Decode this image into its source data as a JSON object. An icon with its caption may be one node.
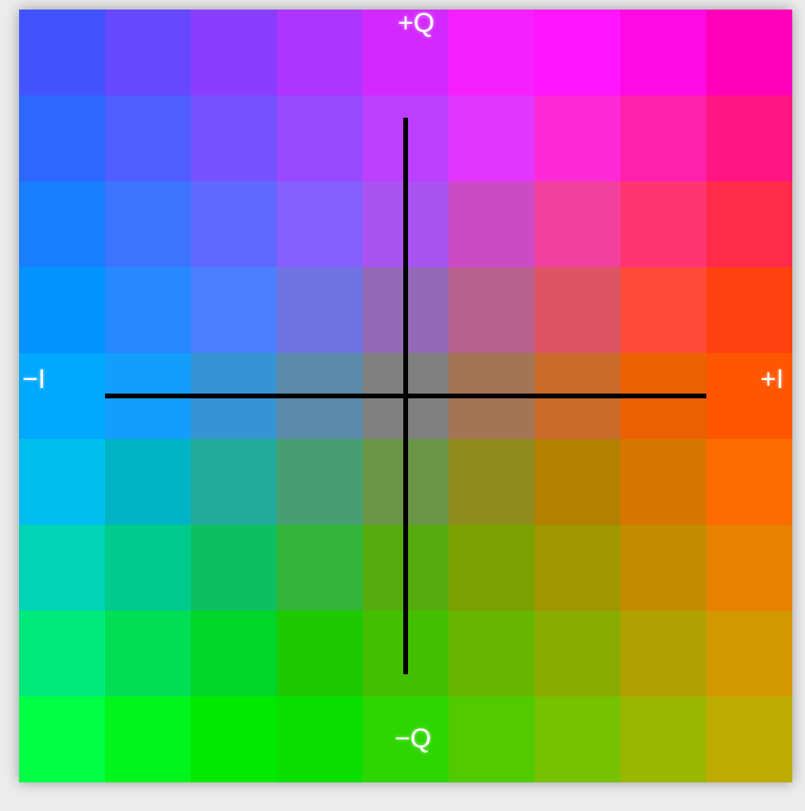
{
  "diagram": {
    "labels": [
      "+Q",
      "−I",
      "+I",
      "−Q"
    ]
  }
}
